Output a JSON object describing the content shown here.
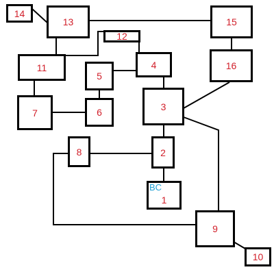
{
  "nodes": {
    "n1": "1",
    "n2": "2",
    "n3": "3",
    "n4": "4",
    "n5": "5",
    "n6": "6",
    "n7": "7",
    "n8": "8",
    "n9": "9",
    "n10": "10",
    "n11": "11",
    "n12": "12",
    "n13": "13",
    "n14": "14",
    "n15": "15",
    "n16": "16"
  },
  "node1_tag": "BC",
  "colors": {
    "label": "#d11f2a",
    "tag": "#1f9fd4",
    "line": "#000000"
  }
}
